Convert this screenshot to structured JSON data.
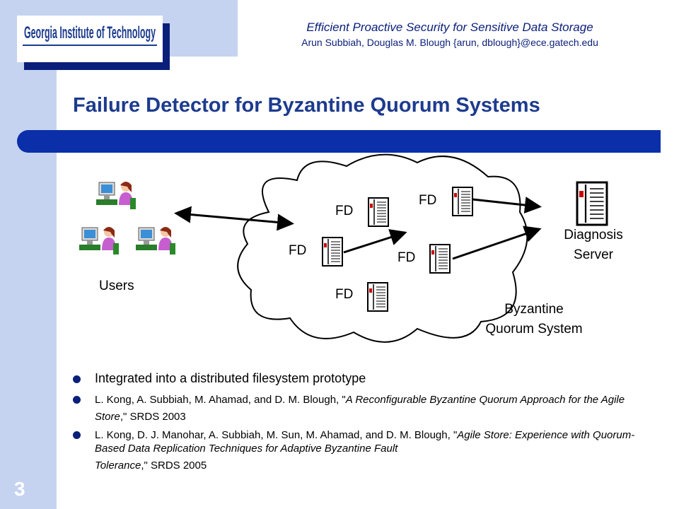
{
  "header": {
    "logo_text": "Georgia Institute of Technology",
    "talk_title": "Efficient Proactive Security for Sensitive Data Storage",
    "authors": "Arun Subbiah, Douglas M. Blough {arun, dblough}@ece.gatech.edu"
  },
  "slide": {
    "title": "Failure Detector for Byzantine Quorum Systems",
    "page_number": "3"
  },
  "diagram": {
    "users_label": "Users",
    "fd_label": "FD",
    "diagnosis_label_line1": "Diagnosis",
    "diagnosis_label_line2": "Server",
    "quorum_label_line1": "Byzantine",
    "quorum_label_line2": "Quorum System"
  },
  "bullets": {
    "b1": "Integrated into a distributed filesystem prototype",
    "b2_authors": "L. Kong, A. Subbiah, M. Ahamad, and D. M. Blough, \"",
    "b2_title": "A Reconfigurable Byzantine Quorum Approach for the Agile Store",
    "b2_venue": ",\" SRDS 2003",
    "b3_authors": "L. Kong, D. J. Manohar, A. Subbiah, M. Sun, M. Ahamad, and D. M. Blough, \"",
    "b3_title1": "Agile Store: Experience with Quorum-Based Data Replication Techniques for Adaptive Byzantine Fault",
    "b3_title2": "Tolerance",
    "b3_venue": ",\" SRDS 2005"
  }
}
